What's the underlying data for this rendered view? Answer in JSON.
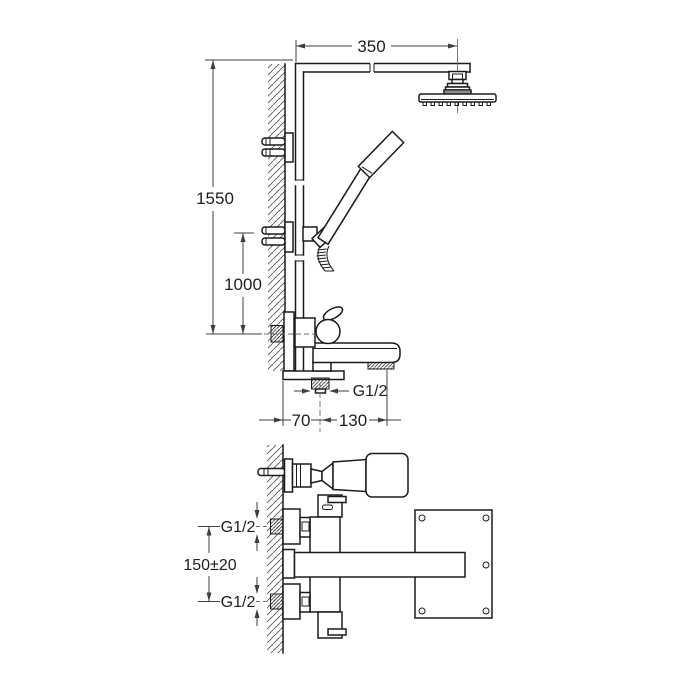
{
  "colors": {
    "background": "#ffffff",
    "line": "#1b1b1b",
    "dimension": "#3f3f3f",
    "text": "#1e1e1e"
  },
  "top_view": {
    "dim_arm_reach": "350",
    "dim_column_height": "1550",
    "dim_hand_shower_height": "1000",
    "dim_outlet_thread": "G1/2",
    "dim_wall_to_outlet": "70",
    "dim_outlet_to_spout": "130"
  },
  "side_view": {
    "dim_top_inlet_thread": "G1/2",
    "dim_inlet_spacing": "150±20",
    "dim_bottom_inlet_thread": "G1/2"
  }
}
